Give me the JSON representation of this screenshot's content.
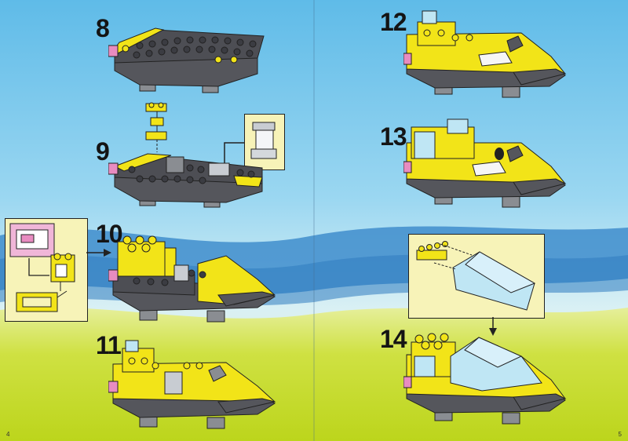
{
  "steps": [
    {
      "number": "8"
    },
    {
      "number": "9"
    },
    {
      "number": "10"
    },
    {
      "number": "11"
    },
    {
      "number": "12"
    },
    {
      "number": "13"
    },
    {
      "number": "14"
    }
  ],
  "pages": {
    "left": "4",
    "right": "5"
  },
  "colors": {
    "sky": "#6ec3ea",
    "band": "#3c88c8",
    "grass": "#c8dc30",
    "brick_yellow": "#f2e418",
    "brick_dark": "#55565c",
    "brick_pink": "#e88cc0",
    "glass": "#bfe6f4",
    "callout_bg": "#f7f3b8"
  }
}
